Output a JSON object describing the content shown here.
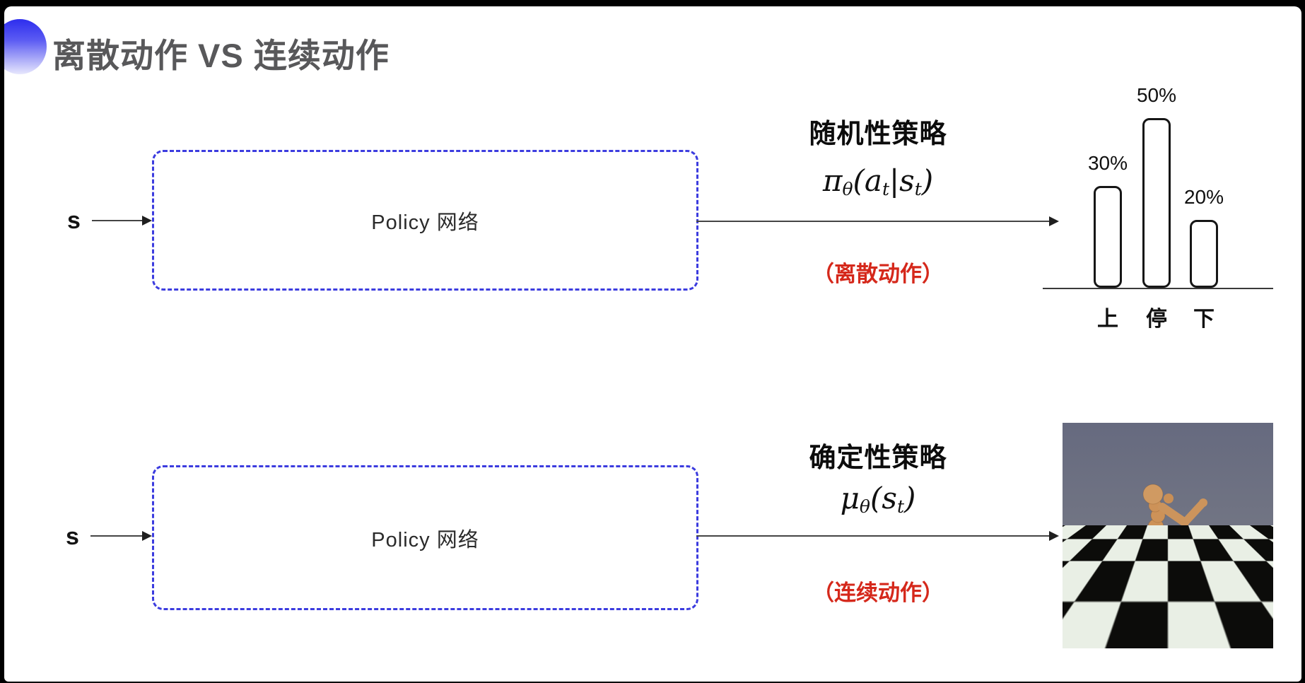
{
  "title": "离散动作 VS 连续动作",
  "flows": {
    "stochastic": {
      "input_label": "s",
      "box_label": "Policy 网络",
      "policy_name": "随机性策略",
      "formula": {
        "m1": "π",
        "s1": "θ",
        "m2": "(a",
        "s2": "t",
        "m3": "|s",
        "s3": "t",
        "m4": ")"
      },
      "action_note": "（离散动作）"
    },
    "deterministic": {
      "input_label": "s",
      "box_label": "Policy 网络",
      "policy_name": "确定性策略",
      "formula": {
        "m1": "μ",
        "s1": "θ",
        "m2": "(s",
        "s2": "t",
        "m3": ")"
      },
      "action_note": "（连续动作）"
    }
  },
  "chart_data": {
    "type": "bar",
    "categories": [
      "上",
      "停",
      "下"
    ],
    "values": [
      30,
      50,
      20
    ],
    "value_labels": [
      "30%",
      "50%",
      "20%"
    ],
    "ylim": [
      0,
      60
    ],
    "bar_fill": "#ffffff",
    "bar_outline": "#161616",
    "baseline": true
  },
  "sim_panel": {
    "image_label": "mujoco-humanoid-on-checkerboard"
  },
  "colors": {
    "accent_blue": "#3c3cee",
    "box_border": "#3c3cdf",
    "note_red": "#d5281b",
    "title_gray": "#58585a",
    "arrow": "#454545"
  }
}
